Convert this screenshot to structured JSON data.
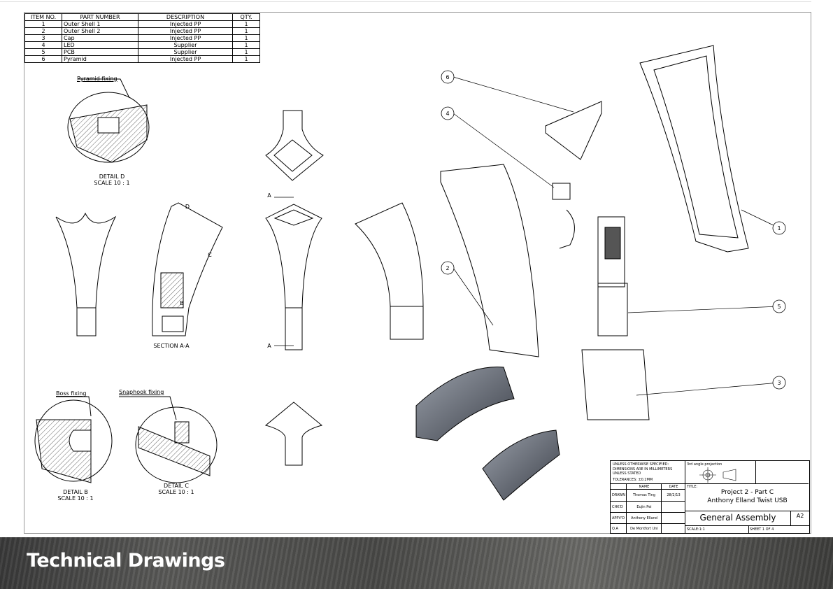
{
  "bom": {
    "headers": [
      "ITEM NO.",
      "PART NUMBER",
      "DESCRIPTION",
      "QTY."
    ],
    "rows": [
      [
        "1",
        "Outer Shell 1",
        "Injected PP",
        "1"
      ],
      [
        "2",
        "Outer Shell 2",
        "Injected PP",
        "1"
      ],
      [
        "3",
        "Cap",
        "Injected PP",
        "1"
      ],
      [
        "4",
        "LED",
        "Supplier",
        "1"
      ],
      [
        "5",
        "PCB",
        "Supplier",
        "1"
      ],
      [
        "6",
        "Pyramid",
        "Injected PP",
        "1"
      ]
    ]
  },
  "labels": {
    "pyramid_fixing": "Pyramid fixing",
    "detail_d": "DETAIL D",
    "detail_d_scale": "SCALE 10 : 1",
    "section_aa": "SECTION A-A",
    "boss_fixing": "Boss fixing",
    "snaphook_fixing": "Snaphook fixing",
    "detail_b": "DETAIL B",
    "detail_b_scale": "SCALE 10 : 1",
    "detail_c": "DETAIL C",
    "detail_c_scale": "SCALE 10 : 1",
    "letter_a": "A",
    "letter_b": "B",
    "letter_c": "C",
    "letter_d": "D"
  },
  "balloons": [
    "1",
    "2",
    "3",
    "4",
    "5",
    "6"
  ],
  "title_block": {
    "notes_line1": "UNLESS OTHERWISE SPECIFIED:",
    "notes_line2": "DIMENSIONS ARE IN MILLIMETERS UNLESS STATED",
    "tolerances": "TOLERANCES: ±0.2MM",
    "projection": "3rd angle projection",
    "name_header": "NAME",
    "date_header": "DATE",
    "drawn_label": "DRAWN",
    "drawn_name": "Thomas Ting",
    "drawn_date": "28/2/13",
    "chkd_label": "CHK'D",
    "chkd_name": "Eujin Pei",
    "appvd_label": "APPV'D",
    "appvd_name": "Anthony Elland",
    "qa_label": "Q.A",
    "qa_name": "De Montfort Uni",
    "title_label": "TITLE:",
    "title_line1": "Project 2 - Part C",
    "title_line2": "Anthony Elland Twist USB",
    "drawing_name": "General Assembly",
    "size": "A2",
    "scale": "SCALE:1:1",
    "sheet": "SHEET 1 OF 4"
  },
  "banner": {
    "title": "Technical Drawings"
  }
}
